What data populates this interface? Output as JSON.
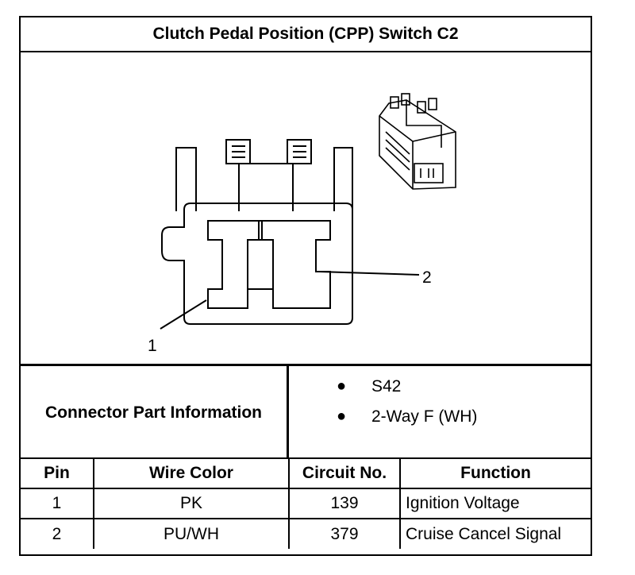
{
  "title": "Clutch Pedal Position (CPP) Switch C2",
  "diagram": {
    "pin_labels": [
      "1",
      "2"
    ]
  },
  "connector_info": {
    "label": "Connector Part Information",
    "items": [
      "S42",
      "2-Way F (WH)"
    ]
  },
  "pin_table": {
    "headers": [
      "Pin",
      "Wire Color",
      "Circuit No.",
      "Function"
    ],
    "rows": [
      {
        "pin": "1",
        "wire_color": "PK",
        "circuit": "139",
        "function": "Ignition Voltage"
      },
      {
        "pin": "2",
        "wire_color": "PU/WH",
        "circuit": "379",
        "function": "Cruise Cancel Signal"
      }
    ]
  }
}
